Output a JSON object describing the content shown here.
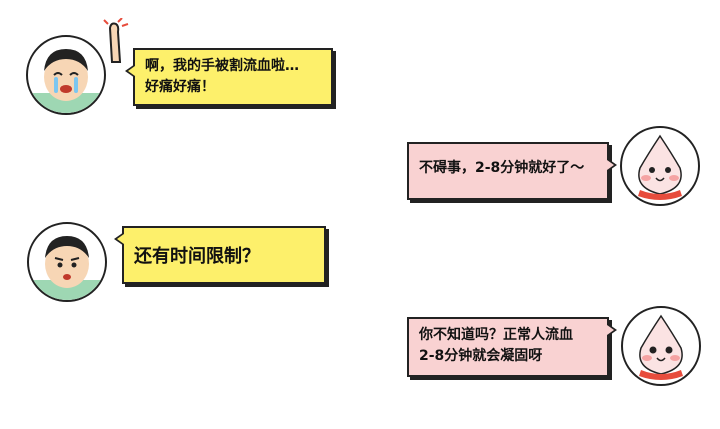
{
  "colors": {
    "yellow_bubble": "#fdf06b",
    "pink_bubble": "#f9d2d2",
    "outline": "#222222"
  },
  "messages": [
    {
      "speaker": "boy",
      "mood": "crying",
      "lines": [
        "啊，我的手被割流血啦…",
        "好痛好痛！"
      ]
    },
    {
      "speaker": "mascot",
      "mood": "smiling",
      "lines": [
        "不碍事，2-8分钟就好了～"
      ]
    },
    {
      "speaker": "boy",
      "mood": "suspicious",
      "lines": [
        "还有时间限制？"
      ]
    },
    {
      "speaker": "mascot",
      "mood": "smiling",
      "lines": [
        "你不知道吗？正常人流血",
        "2-8分钟就会凝固呀"
      ]
    }
  ]
}
